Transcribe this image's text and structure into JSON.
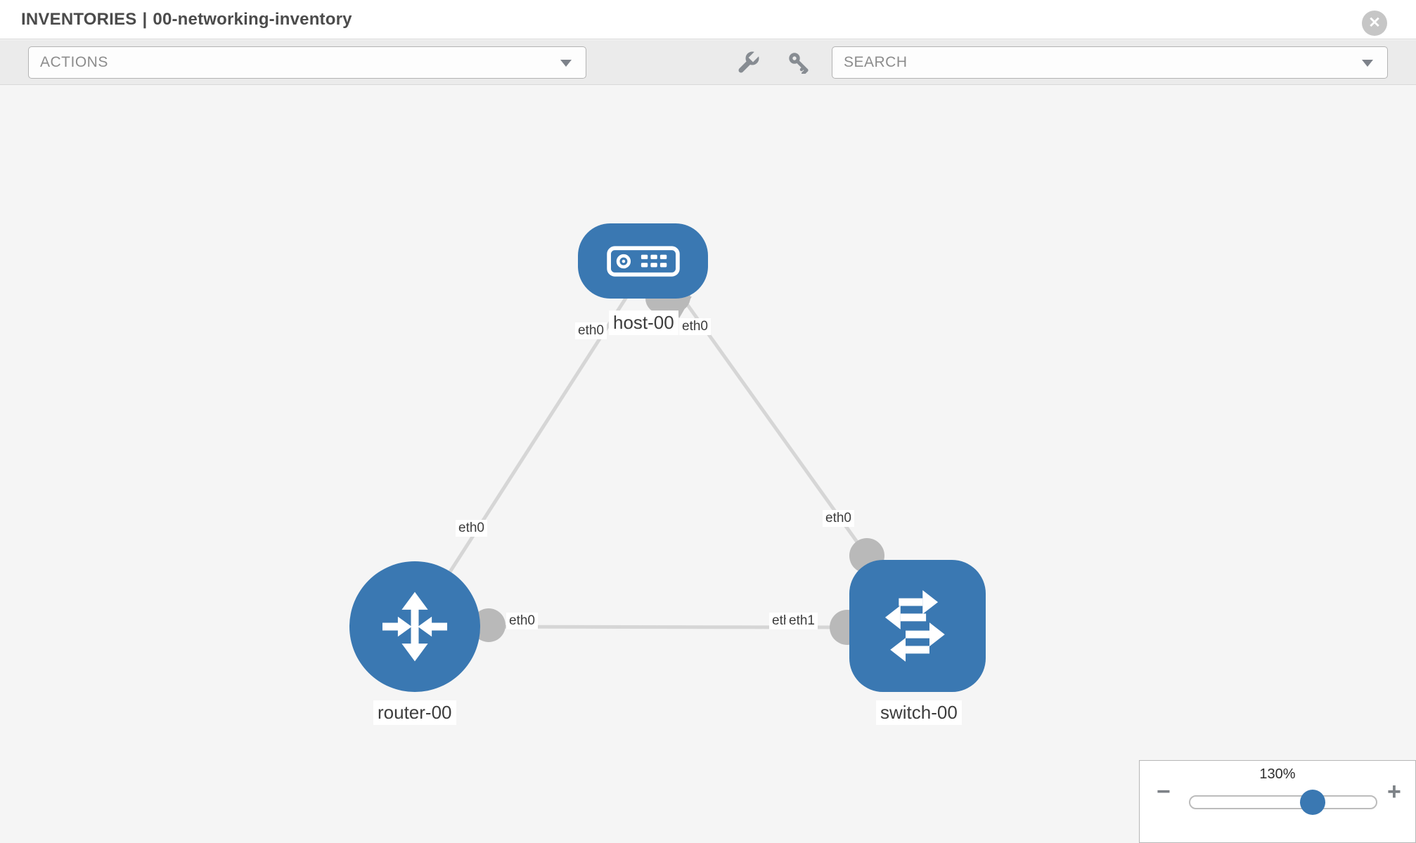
{
  "header": {
    "section": "INVENTORIES",
    "separator": "|",
    "title": "00-networking-inventory"
  },
  "icons": {
    "close": "✕",
    "minus": "−",
    "plus": "+",
    "wrench": "wrench-icon",
    "key": "key-icon",
    "chevron": "chevron-down-icon"
  },
  "toolbar": {
    "actions_label": "ACTIONS",
    "search_label": "SEARCH"
  },
  "topology": {
    "nodes": [
      {
        "id": "host-00",
        "type": "host",
        "label": "host-00"
      },
      {
        "id": "router-00",
        "type": "router",
        "label": "router-00"
      },
      {
        "id": "switch-00",
        "type": "switch",
        "label": "switch-00"
      }
    ],
    "links": [
      {
        "source": "router-00",
        "target": "host-00",
        "source_interface": "eth0",
        "target_interface": "eth0"
      },
      {
        "source": "switch-00",
        "target": "host-00",
        "source_interface": "eth0",
        "target_interface": "eth0"
      },
      {
        "source": "router-00",
        "target": "switch-00",
        "source_interface": "eth0",
        "target_interface": "eth1"
      }
    ],
    "interface_labels": {
      "host_left": "eth0",
      "host_right": "eth0",
      "router_top": "eth0",
      "router_right": "eth0",
      "switch_top": "eth0",
      "switch_left_back": "eth0",
      "switch_left_front": "eth1"
    },
    "colors": {
      "node_fill": "#3a78b2",
      "link": "#d6d6d6",
      "interface_dot": "#b9b9b9",
      "label_text": "#3d3d3d"
    }
  },
  "zoom_control": {
    "value": "130%",
    "percent": 130
  }
}
